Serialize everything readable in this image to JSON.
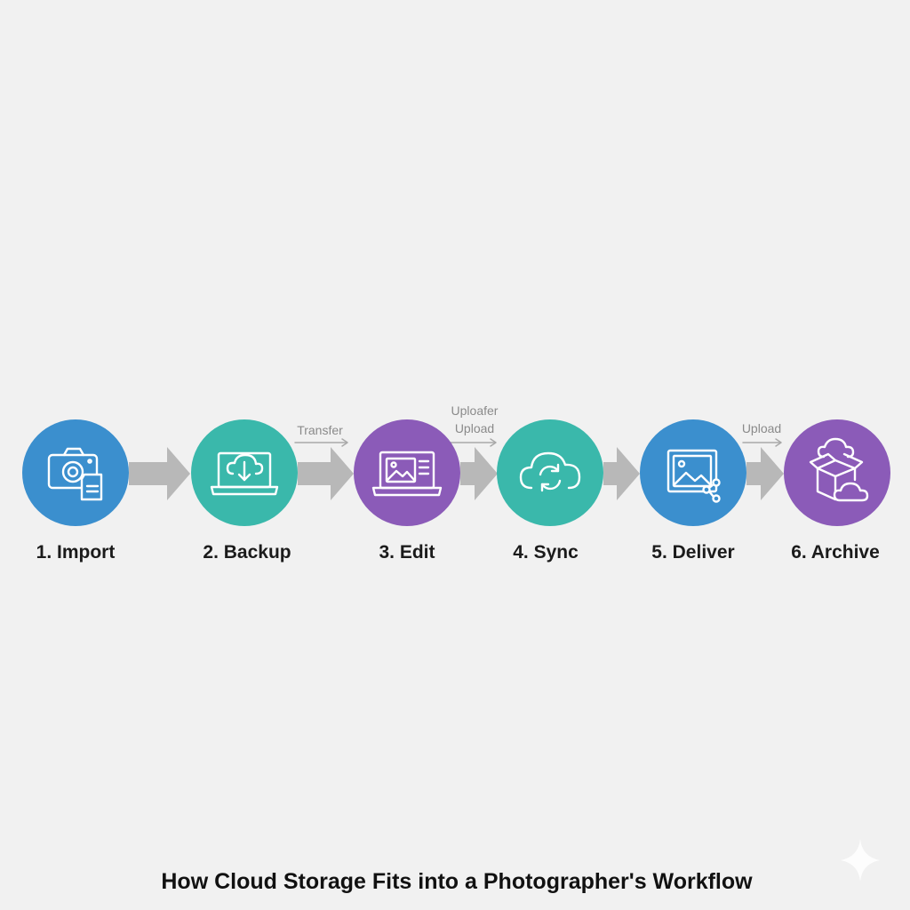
{
  "title": "How Cloud Storage Fits into a Photographer's Workflow",
  "colors": {
    "background": "#f1f1f1",
    "blue": "#3b8fce",
    "teal": "#3ab8ab",
    "purple": "#8b5bb8",
    "arrow": "#b8b8b8",
    "connector": "#a9a9a9"
  },
  "steps": [
    {
      "label": "1. Import",
      "icon": "camera-sd-card-icon",
      "color": "#3b8fce"
    },
    {
      "label": "2. Backup",
      "icon": "laptop-cloud-download-icon",
      "color": "#3ab8ab"
    },
    {
      "label": "3. Edit",
      "icon": "laptop-photo-edit-icon",
      "color": "#8b5bb8"
    },
    {
      "label": "4. Sync",
      "icon": "cloud-sync-icon",
      "color": "#3ab8ab"
    },
    {
      "label": "5. Deliver",
      "icon": "image-share-icon",
      "color": "#3b8fce"
    },
    {
      "label": "6. Archive",
      "icon": "box-cloud-archive-icon",
      "color": "#8b5bb8"
    }
  ],
  "connectors": [
    {
      "label": ""
    },
    {
      "label": "Transfer"
    },
    {
      "label": "Uploafer\nUpload"
    },
    {
      "label": ""
    },
    {
      "label": "Upload"
    }
  ]
}
